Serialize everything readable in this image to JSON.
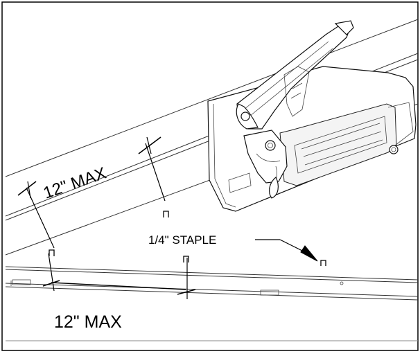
{
  "labels": {
    "dim_upper": "12\" MAX",
    "dim_lower": "12\" MAX",
    "staple_callout": "1/4\" STAPLE"
  },
  "icons": {
    "tool": "staple-gun-icon",
    "fastener": "staple-icon"
  }
}
